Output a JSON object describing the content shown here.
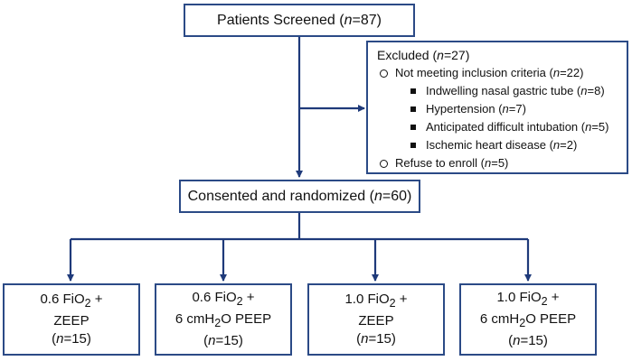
{
  "screened": {
    "prefix": "Patients Screened (",
    "n": "n",
    "suffix": "=87)"
  },
  "excluded": {
    "title_prefix": "Excluded (",
    "title_n": "n",
    "title_suffix": "=27)",
    "criteria": {
      "prefix": "Not meeting inclusion criteria (",
      "n": "n",
      "suffix": "=22)"
    },
    "reasons": [
      {
        "prefix": "Indwelling nasal gastric tube (",
        "n": "n",
        "suffix": "=8)"
      },
      {
        "prefix": "Hypertension  (",
        "n": "n",
        "suffix": "=7)"
      },
      {
        "prefix": "Anticipated difficult intubation (",
        "n": "n",
        "suffix": "=5)"
      },
      {
        "prefix": "Ischemic heart disease (",
        "n": "n",
        "suffix": "=2)"
      }
    ],
    "refuse": {
      "prefix": "Refuse to enroll (",
      "n": "n",
      "suffix": "=5)"
    }
  },
  "randomized": {
    "prefix": "Consented and randomized (",
    "n": "n",
    "suffix": "=60)"
  },
  "groups": [
    {
      "fio2": "0.6 FiO",
      "sub": "2",
      "plus": " +",
      "peep": "ZEEP",
      "count_prefix": "(",
      "count_n": "n",
      "count_suffix": "=15)"
    },
    {
      "fio2": "0.6 FiO",
      "sub": "2",
      "plus": " +",
      "peep_prefix": "6 cmH",
      "peep_sub": "2",
      "peep_suffix": "O PEEP",
      "count_prefix": "(",
      "count_n": "n",
      "count_suffix": "=15)"
    },
    {
      "fio2": "1.0 FiO",
      "sub": "2",
      "plus": " +",
      "peep": "ZEEP",
      "count_prefix": "(",
      "count_n": "n",
      "count_suffix": "=15)"
    },
    {
      "fio2": "1.0 FiO",
      "sub": "2",
      "plus": " +",
      "peep_prefix": "6 cmH",
      "peep_sub": "2",
      "peep_suffix": "O PEEP",
      "count_prefix": "(",
      "count_n": "n",
      "count_suffix": "=15)"
    }
  ],
  "colors": {
    "line": "#1f3a7a",
    "border": "#2b4a86"
  }
}
